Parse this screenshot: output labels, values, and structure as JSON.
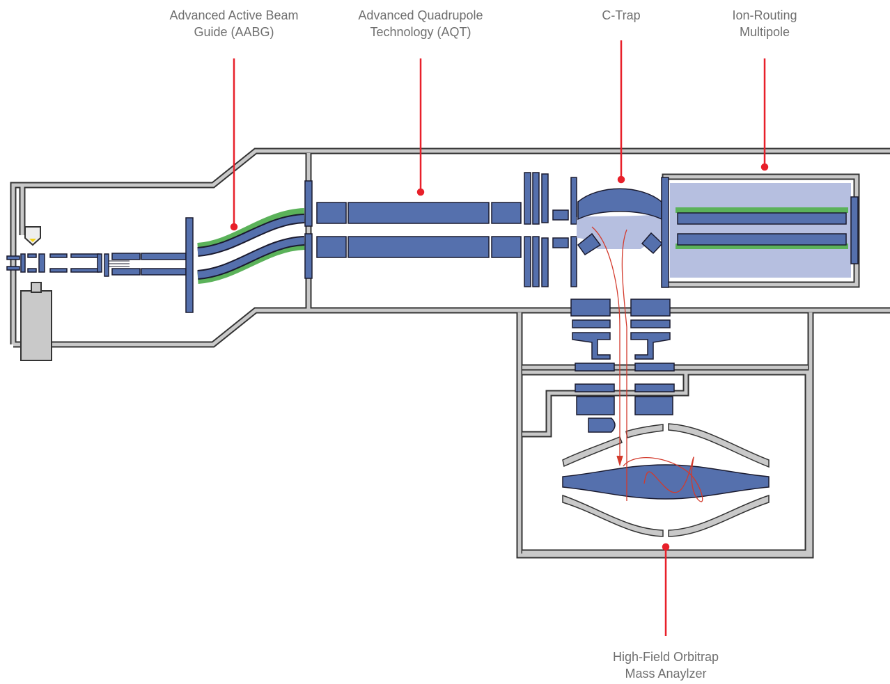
{
  "labels": {
    "aabg": {
      "line1": "Advanced Active Beam",
      "line2": "Guide (AABG)"
    },
    "aqt": {
      "line1": "Advanced Quadrupole",
      "line2": "Technology (AQT)"
    },
    "ctrap": {
      "line1": "C-Trap"
    },
    "irm": {
      "line1": "Ion-Routing",
      "line2": "Multipole"
    },
    "orbitrap": {
      "line1": "High-Field Orbitrap",
      "line2": "Mass Anaylzer"
    }
  },
  "colors": {
    "electrode": "#5570ad",
    "outline": "#1a1a2e",
    "housing_fill": "#c9c9c9",
    "housing_stroke": "#333333",
    "green_coating": "#5bb25a",
    "ion_cloud": "#b6bfe0",
    "callout": "#e8202a",
    "ion_path": "#d33a2c",
    "label_text": "#6f6f6f"
  }
}
